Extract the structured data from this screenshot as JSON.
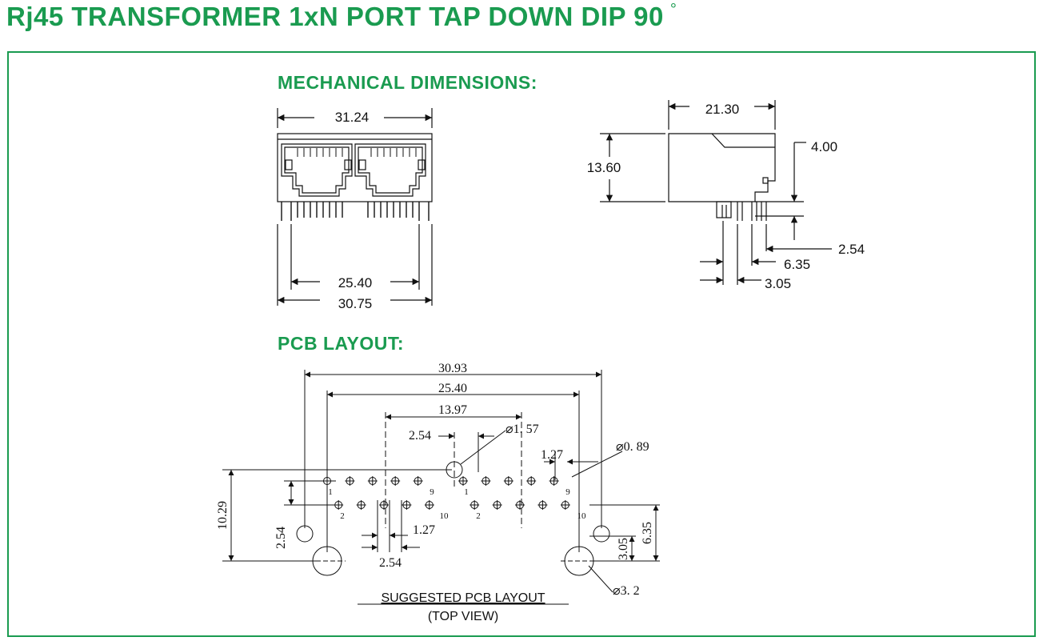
{
  "title": "Rj45 TRANSFORMER 1xN PORT TAP DOWN DIP 90",
  "title_degree": "°",
  "mechanical": {
    "heading": "MECHANICAL DIMENSIONS:",
    "front": {
      "width_top": "31.24",
      "pin_span": "25.40",
      "width_bottom": "30.75"
    },
    "side": {
      "depth": "21.30",
      "height": "13.60",
      "offset_a": "4.00",
      "pitch_a": "2.54",
      "pitch_b": "6.35",
      "pitch_c": "3.05"
    }
  },
  "pcb": {
    "heading": "PCB LAYOUT:",
    "dim_overall": "30.93",
    "dim_mount": "25.40",
    "dim_port": "13.97",
    "dim_pitch": "2.54",
    "dim_hole_large": "⌀1. 57",
    "dim_half_pitch": "1.27",
    "dim_hole_small": "⌀0. 89",
    "dim_height": "10.29",
    "dim_row_left": "2.54",
    "dim_half_bottom": "1.27",
    "dim_pitch_bottom": "2.54",
    "dim_row_right_a": "3.05",
    "dim_row_right_b": "6.35",
    "dim_mount_hole": "⌀3. 2",
    "pin_labels": [
      "1",
      "2",
      "9",
      "10",
      "1",
      "2",
      "9",
      "10"
    ],
    "caption": "SUGGESTED PCB LAYOUT",
    "caption_sub": "(TOP VIEW)"
  },
  "colors": {
    "accent": "#1a9b50",
    "line": "#111111"
  }
}
